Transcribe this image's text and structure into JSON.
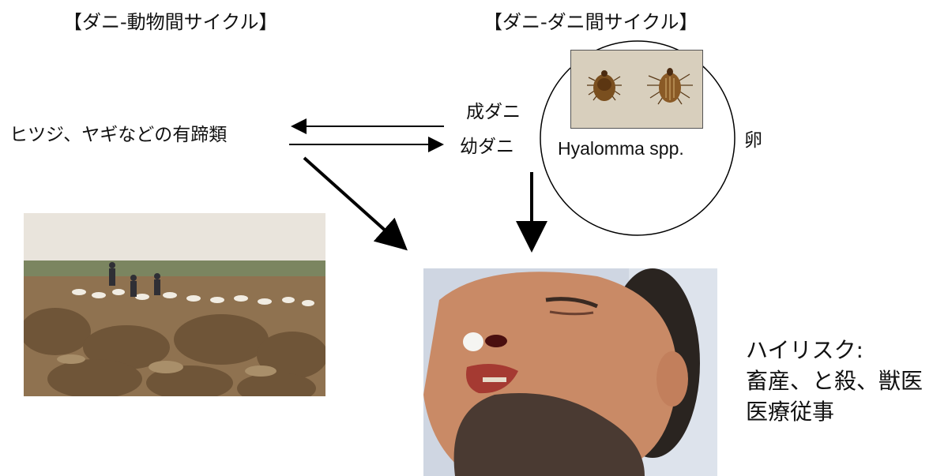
{
  "headings": {
    "tick_animal_cycle": "【ダニ-動物間サイクル】",
    "tick_tick_cycle": "【ダニ-ダニ間サイクル】"
  },
  "hosts": {
    "ungulates": "ヒツジ、ヤギなどの有蹄類"
  },
  "tick_stages": {
    "adult": "成ダニ",
    "larva_nymph": "幼ダニ",
    "egg": "卵"
  },
  "vector": {
    "species": "Hyalomma spp."
  },
  "risk": {
    "title": "ハイリスク:",
    "line1": "畜産、と殺、獣医",
    "line2": "医療従事"
  },
  "colors": {
    "text": "#111111",
    "arrow": "#000000",
    "tick_photo_bg": "#d8cfbd",
    "tick_body": "#7a4f1f",
    "grass": "#8f7250",
    "sky": "#e9e4dc",
    "skin": "#c98a66"
  }
}
